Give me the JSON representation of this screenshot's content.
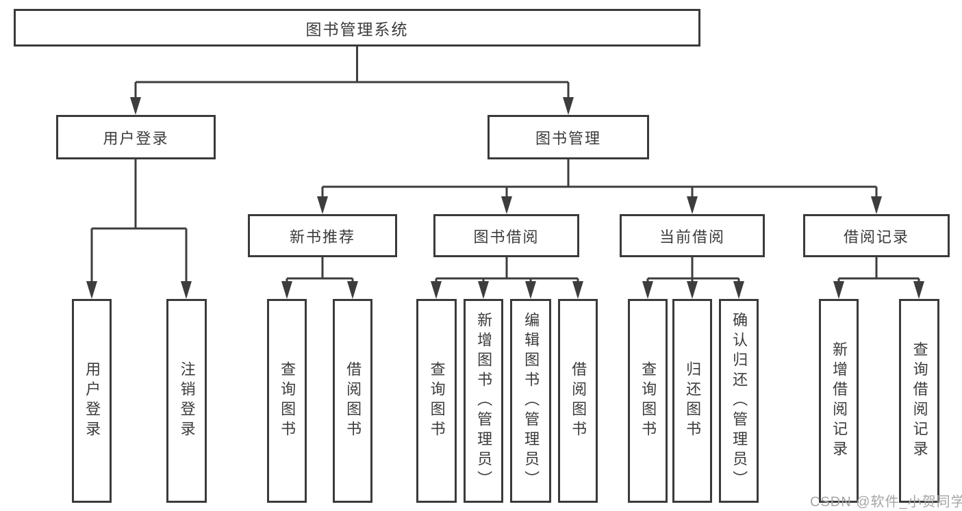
{
  "diagram": {
    "type": "hierarchy",
    "nodes": {
      "root": "图书管理系统",
      "level2": [
        {
          "label": "用户登录"
        },
        {
          "label": "图书管理"
        }
      ],
      "level3": [
        {
          "label": "新书推荐",
          "parent": "图书管理"
        },
        {
          "label": "图书借阅",
          "parent": "图书管理"
        },
        {
          "label": "当前借阅",
          "parent": "图书管理"
        },
        {
          "label": "借阅记录",
          "parent": "图书管理"
        }
      ],
      "leaves": [
        {
          "label": "用户登录",
          "parent": "用户登录"
        },
        {
          "label": "注销登录",
          "parent": "用户登录"
        },
        {
          "label": "查询图书",
          "parent": "新书推荐"
        },
        {
          "label": "借阅图书",
          "parent": "新书推荐"
        },
        {
          "label": "查询图书",
          "parent": "图书借阅"
        },
        {
          "label": "新增图书（管理员）",
          "parent": "图书借阅"
        },
        {
          "label": "编辑图书（管理员）",
          "parent": "图书借阅"
        },
        {
          "label": "借阅图书",
          "parent": "图书借阅"
        },
        {
          "label": "查询图书",
          "parent": "当前借阅"
        },
        {
          "label": "归还图书",
          "parent": "当前借阅"
        },
        {
          "label": "确认归还（管理员）",
          "parent": "当前借阅"
        },
        {
          "label": "新增借阅记录",
          "parent": "借阅记录"
        },
        {
          "label": "查询借阅记录",
          "parent": "借阅记录"
        }
      ]
    },
    "colors": {
      "line": "#3d3d3d",
      "border": "#3a3a3a",
      "text": "#3b3b3b",
      "watermark": "#a5a5a5"
    }
  },
  "watermark": "CSDN @软件_小贺同学"
}
